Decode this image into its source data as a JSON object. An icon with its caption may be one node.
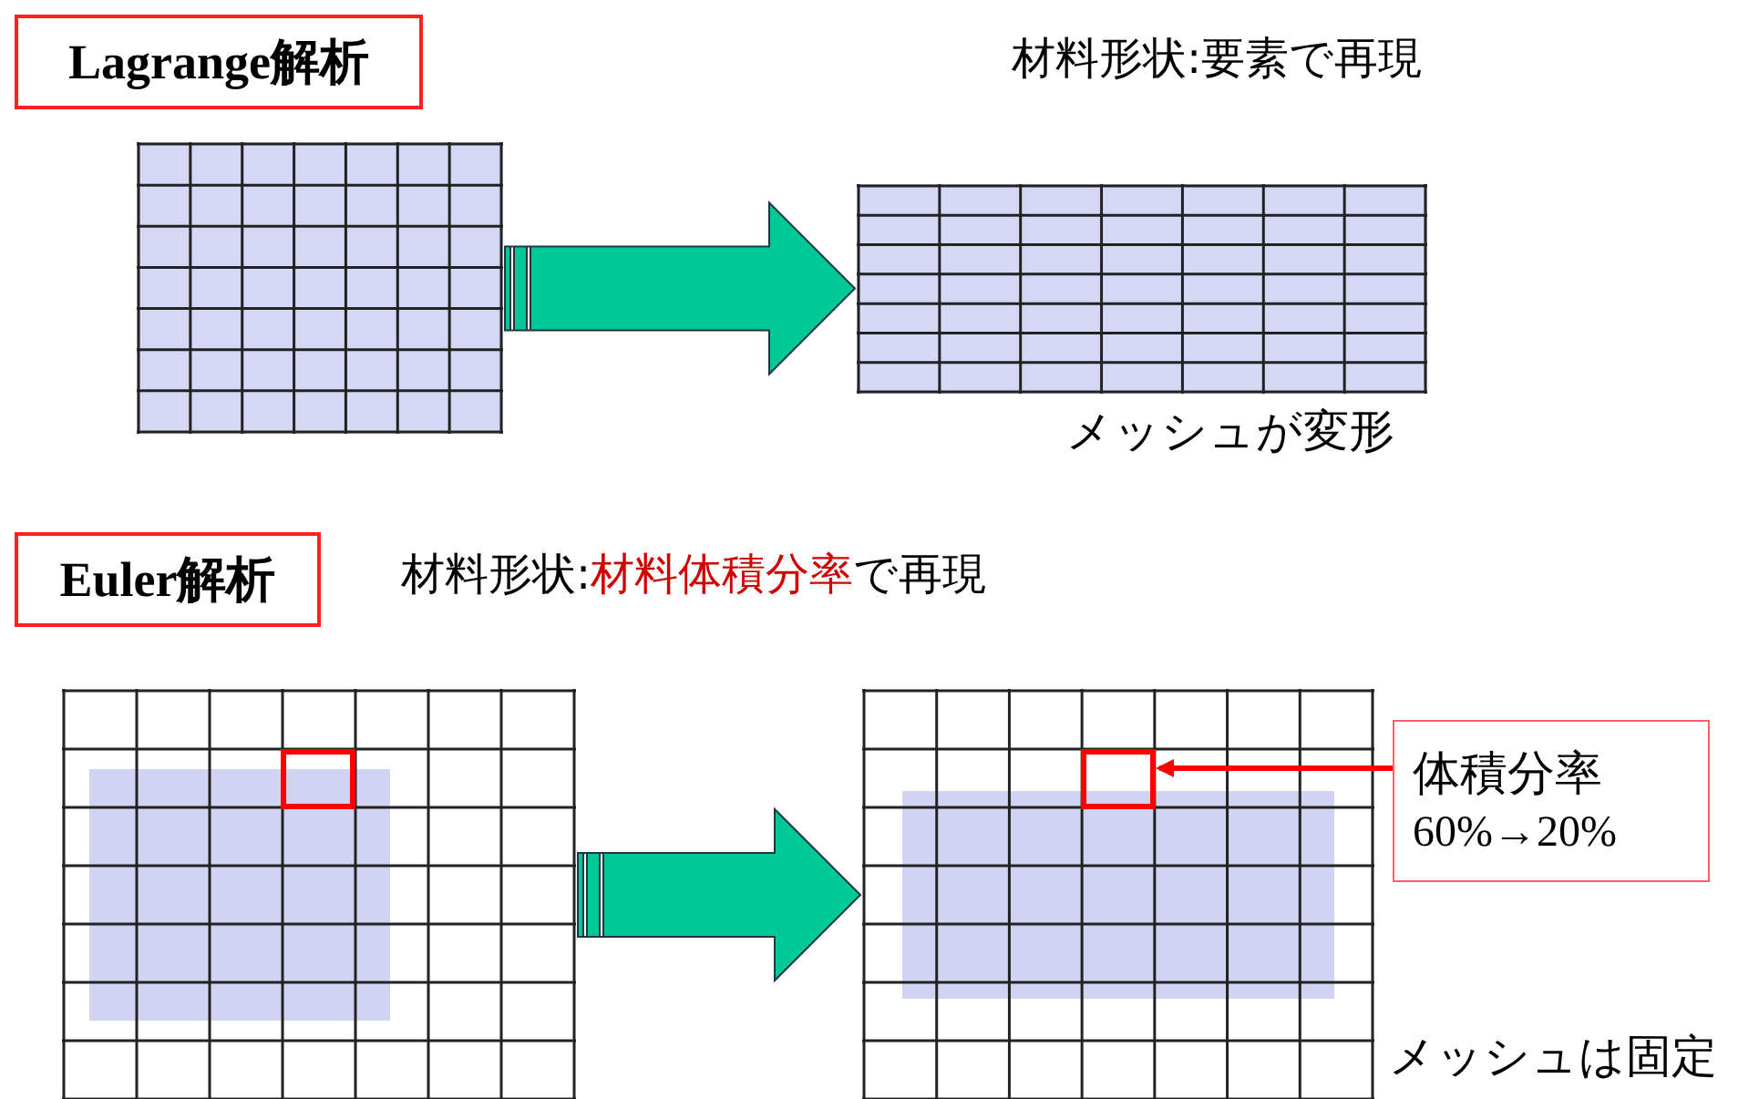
{
  "diagram": {
    "nodes": [
      {
        "text": [
          "Lagrange解析"
        ]
      },
      {
        "text": [],
        "shape": "box"
      },
      {
        "text": [],
        "shape": "box",
        "beside": [
          "メッシュが変形"
        ]
      },
      {
        "text": [
          "Euler解析"
        ]
      },
      {
        "text": [],
        "shape": "box"
      },
      {
        "text": [],
        "shape": "box",
        "in": 4
      },
      {
        "text": [],
        "shape": "box",
        "beside": [
          "メッシュは固定"
        ]
      },
      {
        "text": [],
        "shape": "box",
        "in": 6
      },
      {
        "text": [
          "体積分率",
          "60%→20%"
        ]
      }
    ],
    "edges": [
      {
        "from": 1,
        "to": 2,
        "arrow": "to",
        "style": "thick"
      },
      {
        "from": 4,
        "to": 6,
        "arrow": "to",
        "style": "thick"
      },
      {
        "from": 8,
        "to": 7,
        "arrow": "to",
        "color": "#ff0000"
      }
    ],
    "labels": [
      "材料形状:要素で再現",
      "材料形状:",
      "材料体積分率",
      "で再現"
    ]
  }
}
